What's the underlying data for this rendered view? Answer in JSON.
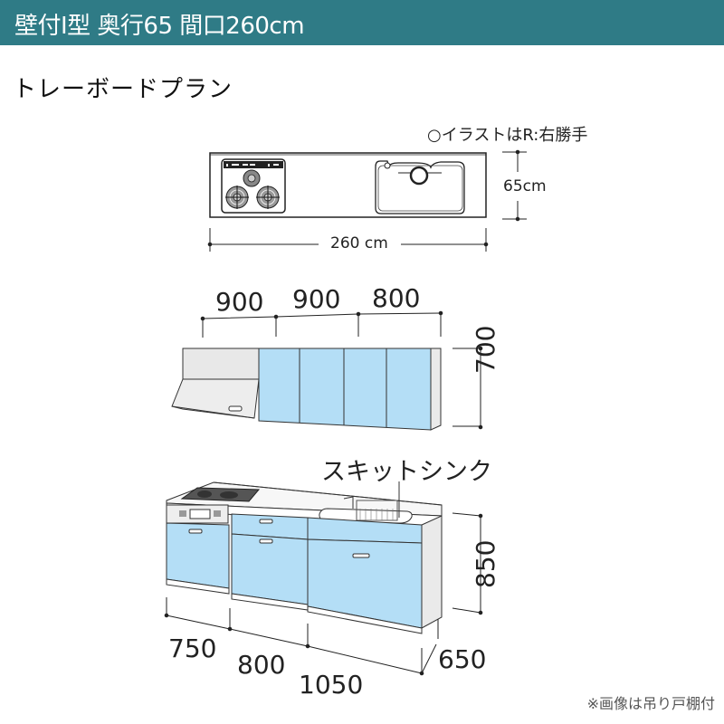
{
  "header": {
    "title": "壁付I型 奥行65 間口260cm",
    "background_color": "#2f7b86"
  },
  "plan": {
    "title": "トレーボードプラン"
  },
  "top_view": {
    "note": "○イラストはR:右勝手",
    "width_label": "260 cm",
    "depth_label": "65cm",
    "icons": [
      "stove-burners-icon",
      "sink-icon"
    ]
  },
  "wall_cabinet": {
    "widths": [
      "900",
      "900",
      "800"
    ],
    "height_label": "700",
    "door_color": "#b4def6"
  },
  "base_cabinet": {
    "sink_label": "スキットシンク",
    "widths": [
      "750",
      "800",
      "1050"
    ],
    "height_label": "850",
    "depth_label": "650",
    "door_color": "#b4def6"
  },
  "footnote": "※画像は吊り戸棚付"
}
